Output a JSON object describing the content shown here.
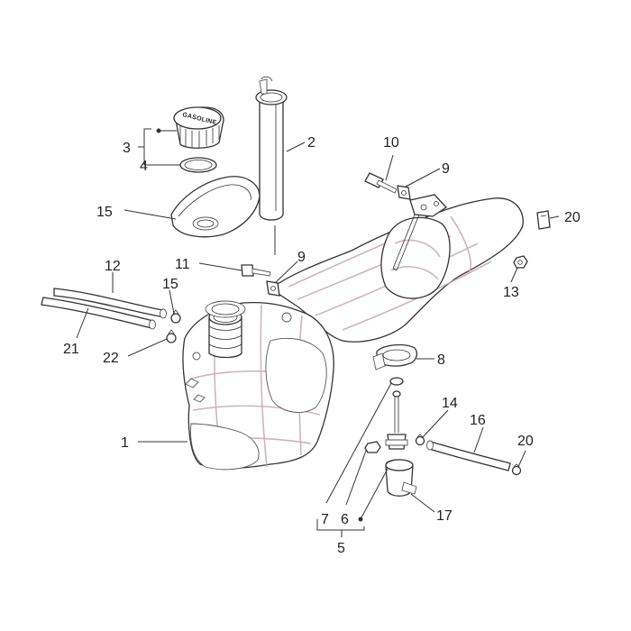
{
  "cap_lettering": "GASOLINE",
  "callouts": {
    "c1": "1",
    "c2": "2",
    "c3": "3",
    "c4": "4",
    "c5": "5",
    "c6": "6",
    "c7": "7",
    "c8": "8",
    "c9a": "9",
    "c9b": "9",
    "c10": "10",
    "c11": "11",
    "c12": "12",
    "c13": "13",
    "c14": "14",
    "c15a": "15",
    "c15b": "15",
    "c16": "16",
    "c17": "17",
    "c20a": "20",
    "c20b": "20",
    "c21": "21",
    "c22": "22"
  },
  "colors": {
    "line": "#333333",
    "tank_hatch": "#c9a5b4",
    "background": "#ffffff"
  }
}
